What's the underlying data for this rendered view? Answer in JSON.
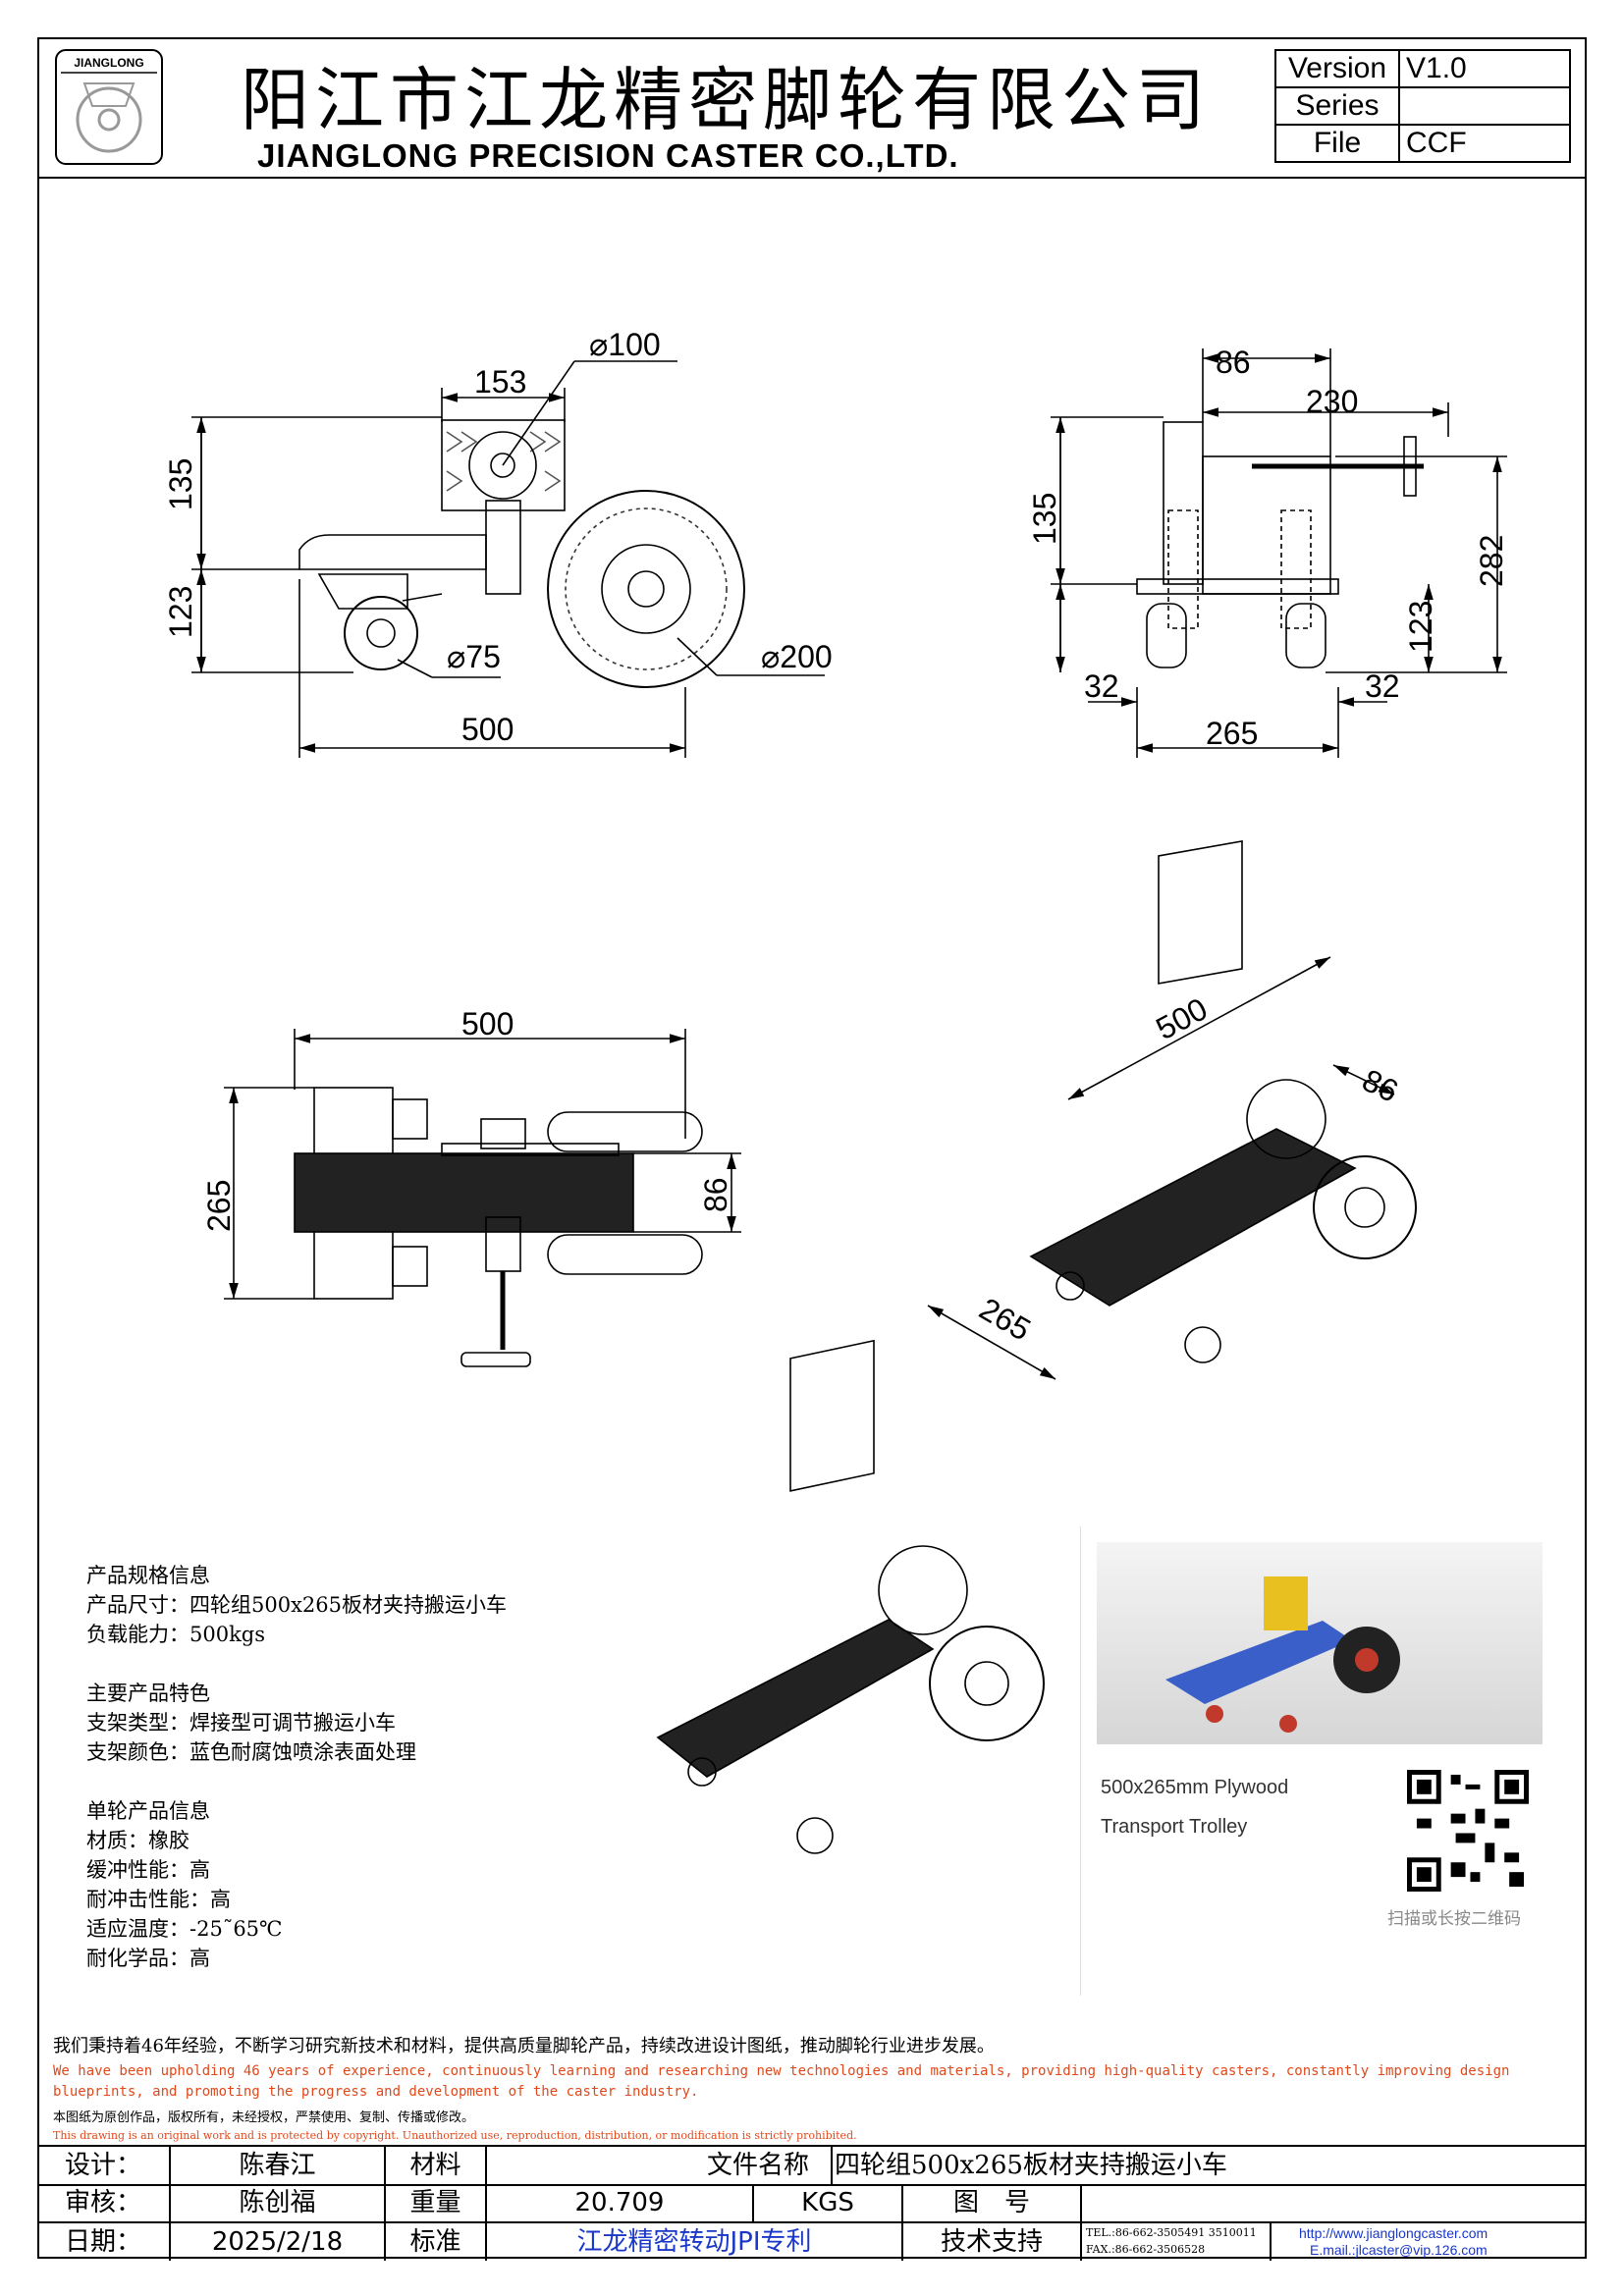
{
  "header": {
    "logo_text": "JIANGLONG",
    "company_cn": "阳江市江龙精密脚轮有限公司",
    "company_en": "JIANGLONG PRECISION CASTER CO.,LTD.",
    "version_label": "Version",
    "version_value": "V1.0",
    "series_label": "Series",
    "series_value": "",
    "file_label": "File",
    "file_value": "CCF"
  },
  "dimensions": {
    "front": {
      "d_large": "100",
      "w_top": "153",
      "h_top": "135",
      "h_bottom": "123",
      "d_small": "75",
      "d_wheel": "200",
      "length": "500"
    },
    "side": {
      "w_clamp": "86",
      "w_screw": "230",
      "h_top": "135",
      "h_total": "282",
      "h_bottom": "123",
      "offset_left": "32",
      "offset_right": "32",
      "width": "265"
    },
    "top": {
      "length": "500",
      "width": "265",
      "clamp": "86"
    },
    "iso": {
      "length": "500",
      "clamp": "86",
      "width": "265"
    }
  },
  "specs": {
    "section1_title": "产品规格信息",
    "size_line": "产品尺寸：四轮组500x265板材夹持搬运小车",
    "load_line": "负载能力：500kgs",
    "section2_title": "主要产品特色",
    "type_line": "支架类型：焊接型可调节搬运小车",
    "color_line": "支架颜色：蓝色耐腐蚀喷涂表面处理",
    "section3_title": "单轮产品信息",
    "material_line": "材质：橡胶",
    "cushion_line": "缓冲性能：高",
    "impact_line": "耐冲击性能：高",
    "temp_line": "适应温度：-25˜65℃",
    "chem_line": "耐化学品：高"
  },
  "card": {
    "title": "500x265mm Plywood Transport Trolley",
    "qr_caption": "扫描或长按二维码"
  },
  "notes": {
    "cn": "我们秉持着46年经验，不断学习研究新技术和材料，提供高质量脚轮产品，持续改进设计图纸，推动脚轮行业进步发展。",
    "en": "We have been upholding 46 years of experience, continuously learning and researching new technologies and materials, providing high-quality casters, constantly improving design blueprints, and promoting the progress and development of the caster industry.",
    "copyright_cn": "本图纸为原创作品，版权所有，未经授权，严禁使用、复制、传播或修改。",
    "copyright_en": "This drawing is an original work and is protected by copyright. Unauthorized use, reproduction, distribution, or modification is strictly prohibited."
  },
  "footer": {
    "designer_label": "设计：",
    "designer": "陈春江",
    "material_label": "材料",
    "material": "",
    "filename_label": "文件名称",
    "filename": "四轮组500x265板材夹持搬运小车",
    "reviewer_label": "审核：",
    "reviewer": "陈创福",
    "weight_label": "重量",
    "weight": "20.709",
    "weight_unit": "KGS",
    "drawing_no_label": "图　号",
    "drawing_no": "",
    "date_label": "日期：",
    "date": "2025/2/18",
    "standard_label": "标准",
    "standard": "江龙精密转动JPI专利",
    "support_label": "技术支持",
    "tel": "TEL.:86-662-3505491 3510011",
    "fax": "FAX.:86-662-3506528",
    "web": "http://www.jianglongcaster.com",
    "email": "E.mail.:jlcaster@vip.126.com"
  }
}
